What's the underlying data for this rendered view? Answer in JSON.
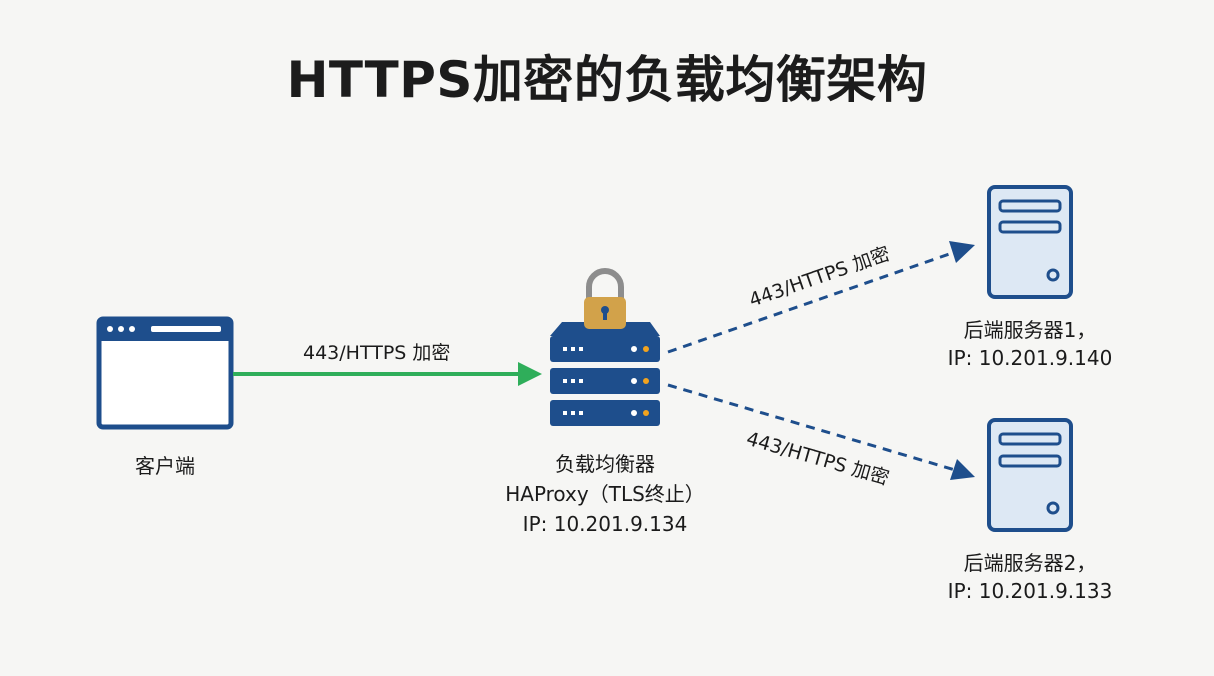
{
  "title": "HTTPS加密的负载均衡架构",
  "colors": {
    "navy": "#1e4e8c",
    "server_fill": "#dde8f4",
    "green": "#2fae5a",
    "lock_gold": "#d2a24a",
    "lock_shackle": "#8d8d8d",
    "led": "#f2a31f"
  },
  "nodes": {
    "client": {
      "icon": "browser-window-icon",
      "label": "客户端"
    },
    "lb": {
      "icon": "server-rack-icon",
      "badge": "padlock-icon",
      "line1": "负载均衡器",
      "line2": "HAProxy（TLS终止）",
      "line3": "IP: 10.201.9.134"
    },
    "backend1": {
      "icon": "server-tower-icon",
      "line1": "后端服务器1，",
      "line2": "IP: 10.201.9.140"
    },
    "backend2": {
      "icon": "server-tower-icon",
      "line1": "后端服务器2，",
      "line2": "IP: 10.201.9.133"
    }
  },
  "edges": [
    {
      "from": "client",
      "to": "lb",
      "label": "443/HTTPS 加密",
      "style": "solid"
    },
    {
      "from": "lb",
      "to": "backend1",
      "label": "443/HTTPS 加密",
      "style": "dashed"
    },
    {
      "from": "lb",
      "to": "backend2",
      "label": "443/HTTPS 加密",
      "style": "dashed"
    }
  ]
}
